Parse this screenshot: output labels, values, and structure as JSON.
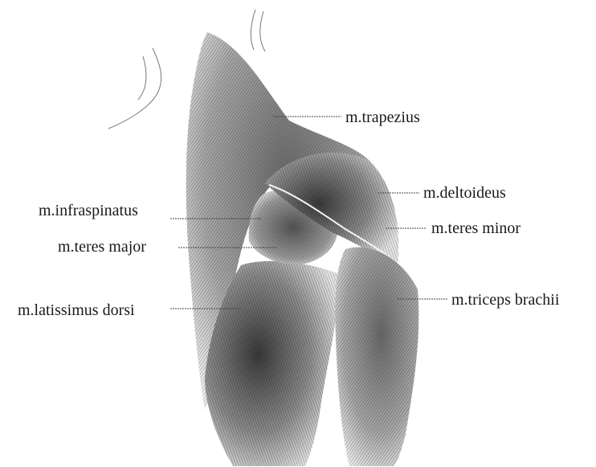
{
  "figure": {
    "subject": "shoulder and upper arm musculature, posterior view",
    "background_color": "#ffffff",
    "ink_color": "#1a1a1a"
  },
  "labels": {
    "trapezius": "m.trapezius",
    "deltoideus": "m.deltoideus",
    "infraspinatus": "m.infraspinatus",
    "teres_minor": "m.teres minor",
    "teres_major": "m.teres major",
    "latissimus_dorsi": "m.latissimus dorsi",
    "triceps_brachii": "m.triceps brachii"
  }
}
